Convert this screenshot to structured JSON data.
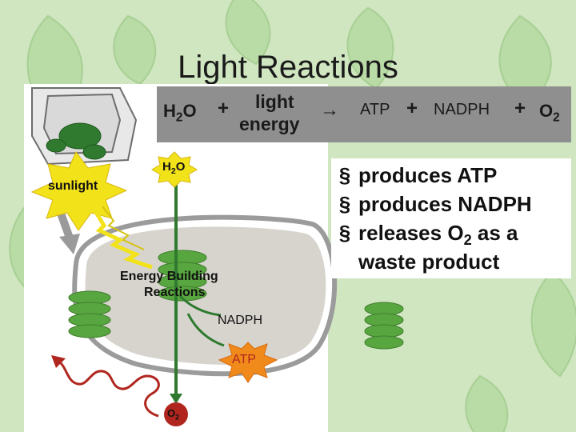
{
  "title": "Light Reactions",
  "equation": {
    "reactant": "H",
    "reactant_sub": "2",
    "reactant_tail": "O",
    "plus1": "+",
    "light_line1": "light",
    "light_line2": "energy",
    "arrow": "→",
    "product1": "ATP",
    "plus2": "+",
    "product2": "NADPH",
    "plus3": "+",
    "product3": "O",
    "product3_sub": "2"
  },
  "bullets": [
    {
      "marker": "§",
      "text": "produces ATP"
    },
    {
      "marker": "§",
      "text": "produces NADPH"
    },
    {
      "marker": "§",
      "text": "releases O",
      "sub": "2",
      "tail": " as a"
    },
    {
      "marker": "",
      "text": "waste product"
    }
  ],
  "diagram": {
    "sunlight": "sunlight",
    "h2o": "H",
    "h2o_sub": "2",
    "h2o_tail": "O",
    "energy_building": "Energy Building",
    "reactions": "Reactions",
    "nadph": "NADPH",
    "atp": "ATP",
    "o2": "O",
    "o2_sub": "2"
  },
  "colors": {
    "background": "#cfe6c0",
    "leaf": "#b9dba6",
    "equation_box": "#8f8f8f",
    "chloroplast_fill": "#d6d4cd",
    "thylakoid_green": "#58a640",
    "arrow_green": "#2f7a2f",
    "heat_red": "#b0261f",
    "sunburst_yellow": "#f2e21a",
    "atp_burst": "#f08a1a"
  }
}
